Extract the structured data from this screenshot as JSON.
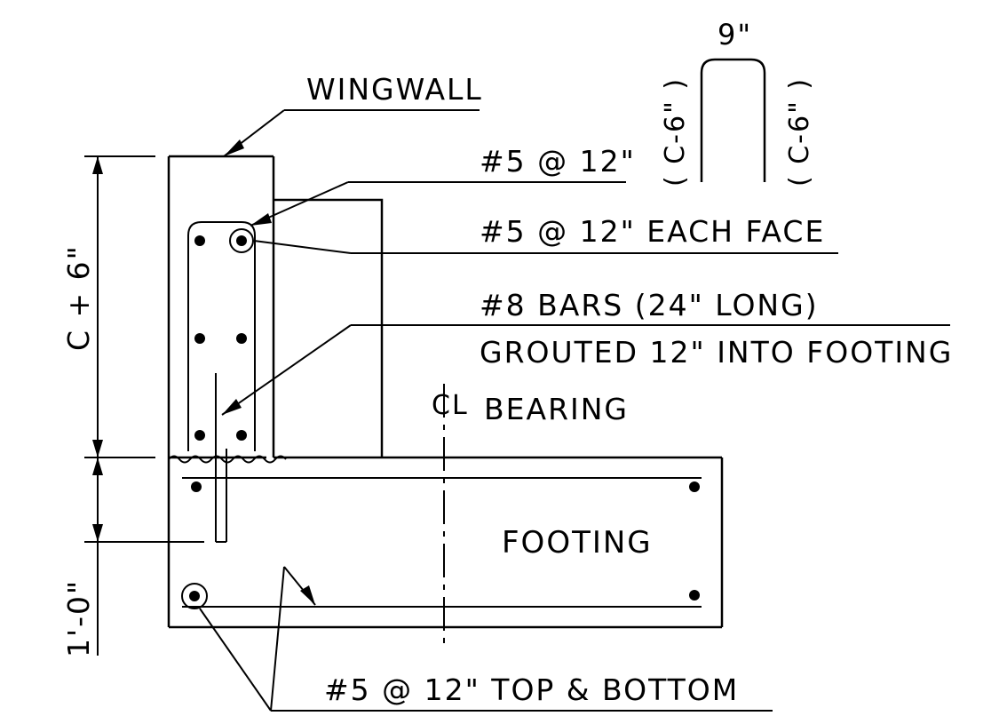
{
  "labels": {
    "wingwall": "WINGWALL",
    "stirrup_width": "9\"",
    "stirrup_leg_left": "( C-6\" )",
    "stirrup_leg_right": "( C-6\" )",
    "bar_5_at_12": "#5 @ 12\"",
    "bar_5_each_face": "#5 @ 12\" EACH FACE",
    "bar_8_line1": "#8 BARS (24\" LONG)",
    "bar_8_line2": "GROUTED 12\" INTO FOOTING",
    "cl_symbol": "CL",
    "bearing": "BEARING",
    "footing": "FOOTING",
    "dim_wall_height": "C + 6\"",
    "dim_embed": "1'-0\"",
    "bar_5_top_bottom": "#5 @ 12\" TOP & BOTTOM"
  },
  "colors": {
    "ink": "#000000",
    "background": "#ffffff"
  }
}
